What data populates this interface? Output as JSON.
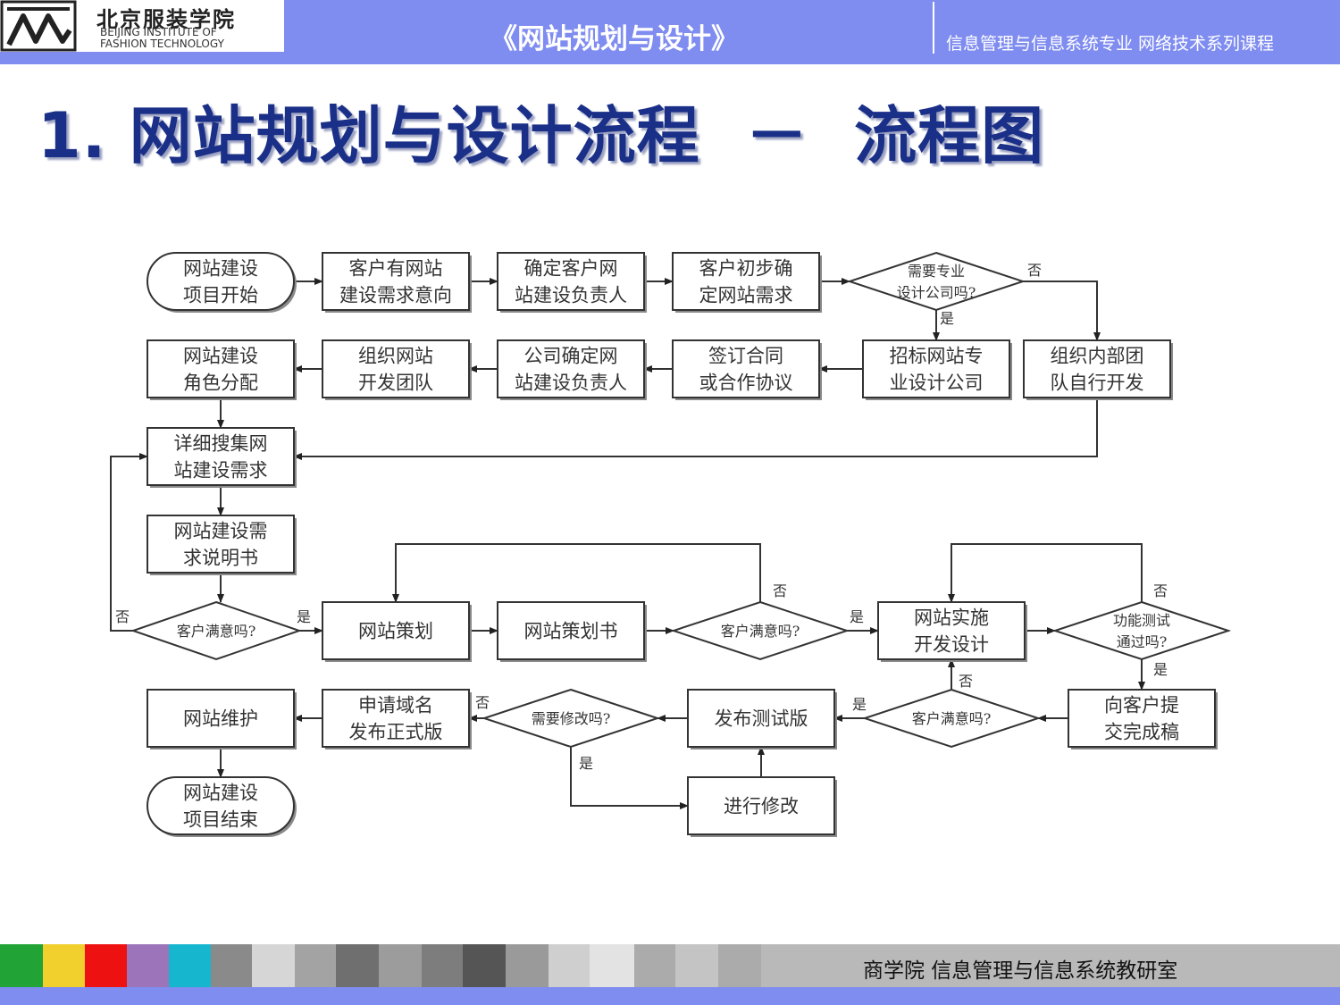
{
  "header": {
    "logo_cn": "北京服装学院",
    "logo_en_line1": "BEIJING INSTITUTE OF",
    "logo_en_line2": "FASHION TECHNOLOGY",
    "course_title": "《网站规划与设计》",
    "series_text": "信息管理与信息系统专业  网络技术系列课程"
  },
  "title": "1. 网站规划与设计流程  －  流程图",
  "flowchart": {
    "nodes": {
      "start": [
        "网站建设",
        "项目开始"
      ],
      "client_need": [
        "客户有网站",
        "建设需求意向"
      ],
      "client_owner": [
        "确定客户网",
        "站建设负责人"
      ],
      "initial_req": [
        "客户初步确",
        "定网站需求"
      ],
      "need_pro": [
        "需要专业",
        "设计公司吗?"
      ],
      "tender": [
        "招标网站专",
        "业设计公司"
      ],
      "internal": [
        "组织内部团",
        "队自行开发"
      ],
      "sign": [
        "签订合同",
        "或合作协议"
      ],
      "company_owner": [
        "公司确定网",
        "站建设负责人"
      ],
      "team": [
        "组织网站",
        "开发团队"
      ],
      "roles": [
        "网站建设",
        "角色分配"
      ],
      "collect": [
        "详细搜集网",
        "站建设需求"
      ],
      "spec": [
        "网站建设需",
        "求说明书"
      ],
      "sat1": [
        "客户满意吗?"
      ],
      "plan": [
        "网站策划"
      ],
      "plan_doc": [
        "网站策划书"
      ],
      "sat2": [
        "客户满意吗?"
      ],
      "dev": [
        "网站实施",
        "开发设计"
      ],
      "test": [
        "功能测试",
        "通过吗?"
      ],
      "submit": [
        "向客户提",
        "交完成稿"
      ],
      "sat3": [
        "客户满意吗?"
      ],
      "beta": [
        "发布测试版"
      ],
      "need_mod": [
        "需要修改吗?"
      ],
      "modify": [
        "进行修改"
      ],
      "release": [
        "申请域名",
        "发布正式版"
      ],
      "maintain": [
        "网站维护"
      ],
      "end": [
        "网站建设",
        "项目结束"
      ]
    },
    "labels": {
      "no": "否",
      "yes": "是"
    }
  },
  "footer": {
    "text": "商学院    信息管理与信息系统教研室"
  },
  "colors": {
    "header_bg": "#7f8cf0",
    "title_color": "#1a2f87",
    "line_color": "#333333"
  }
}
